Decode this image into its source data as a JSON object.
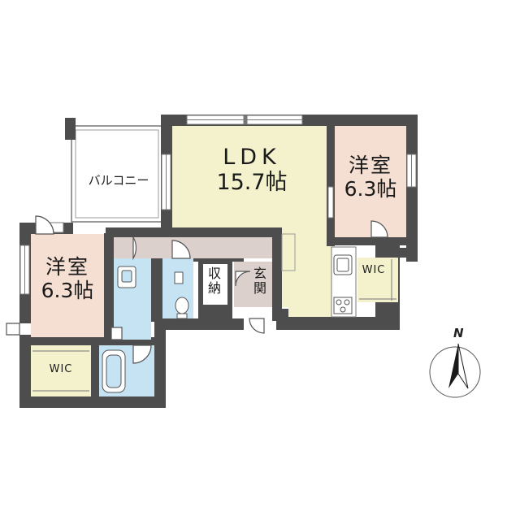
{
  "colors": {
    "ldk": "#f3f2cd",
    "bedroom": "#f5dfd3",
    "wet": "#c6e3f3",
    "hall": "#dcd0cc",
    "wall": "#4d4d4d",
    "closet": "#ffffff"
  },
  "rooms": {
    "ldk": {
      "name": "LDK",
      "area": "15.7帖"
    },
    "bedroom_east": {
      "name": "洋室",
      "area": "6.3帖"
    },
    "bedroom_west": {
      "name": "洋室",
      "area": "6.3帖"
    },
    "balcony": {
      "name": "バルコニー"
    },
    "storage": {
      "chars": [
        "収",
        "納"
      ]
    },
    "entrance": {
      "chars": [
        "玄",
        "関"
      ]
    },
    "wic_east": {
      "name": "WIC"
    },
    "wic_west": {
      "name": "WIC"
    }
  },
  "compass": {
    "label": "N",
    "icon": "north-arrow-icon"
  }
}
